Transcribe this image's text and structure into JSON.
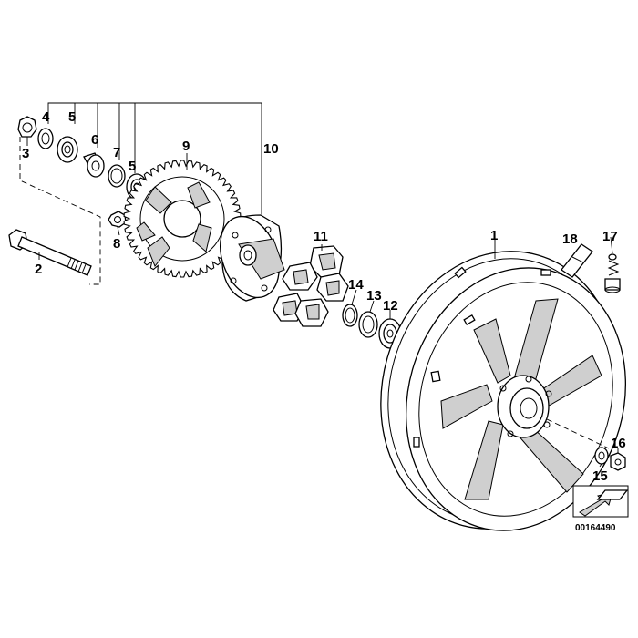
{
  "diagram": {
    "part_callouts": [
      "1",
      "2",
      "3",
      "4",
      "5",
      "6",
      "7",
      "5",
      "8",
      "9",
      "10",
      "11",
      "12",
      "13",
      "14",
      "15",
      "16",
      "17",
      "18"
    ],
    "reference_number": "00164490",
    "ref_icon": "arrow-icon"
  }
}
